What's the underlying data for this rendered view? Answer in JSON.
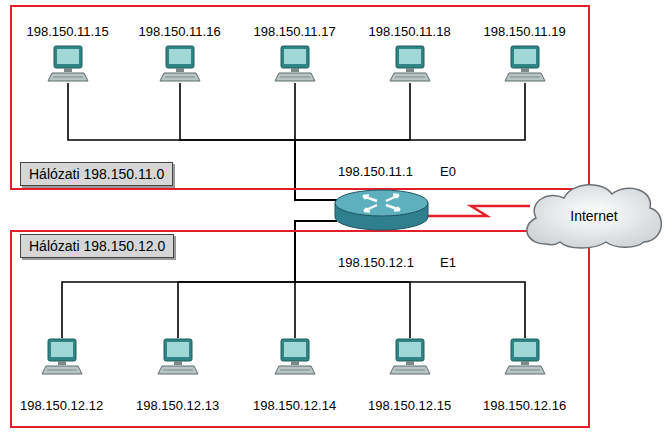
{
  "diagram": {
    "nodes": [
      {
        "text": [
          "Hálózati 198.150.11.0"
        ]
      },
      {
        "text": [
          "198.150.11.15"
        ],
        "in": 0
      },
      {
        "text": [
          "198.150.11.16"
        ],
        "in": 0
      },
      {
        "text": [
          "198.150.11.17"
        ],
        "in": 0
      },
      {
        "text": [
          "198.150.11.18"
        ],
        "in": 0
      },
      {
        "text": [
          "198.150.11.19"
        ],
        "in": 0
      },
      {
        "text": [
          "198.150.11.1",
          "E0",
          "198.150.12.1",
          "E1"
        ]
      },
      {
        "text": [
          "Internet"
        ]
      },
      {
        "text": [
          "Hálózati 198.150.12.0"
        ]
      },
      {
        "text": [
          "198.150.12.12"
        ],
        "in": 8
      },
      {
        "text": [
          "198.150.12.13"
        ],
        "in": 8
      },
      {
        "text": [
          "198.150.12.14"
        ],
        "in": 8
      },
      {
        "text": [
          "198.150.12.15"
        ],
        "in": 8
      },
      {
        "text": [
          "198.150.12.16"
        ],
        "in": 8
      }
    ],
    "edges": [
      {
        "from": 1,
        "to": 6,
        "arrow": "none"
      },
      {
        "from": 2,
        "to": 6,
        "arrow": "none"
      },
      {
        "from": 3,
        "to": 6,
        "arrow": "none"
      },
      {
        "from": 4,
        "to": 6,
        "arrow": "none"
      },
      {
        "from": 5,
        "to": 6,
        "arrow": "none"
      },
      {
        "from": 9,
        "to": 6,
        "arrow": "none"
      },
      {
        "from": 10,
        "to": 6,
        "arrow": "none"
      },
      {
        "from": 11,
        "to": 6,
        "arrow": "none"
      },
      {
        "from": 12,
        "to": 6,
        "arrow": "none"
      },
      {
        "from": 13,
        "to": 6,
        "arrow": "none"
      },
      {
        "from": 6,
        "to": 7,
        "arrow": "none"
      }
    ]
  }
}
